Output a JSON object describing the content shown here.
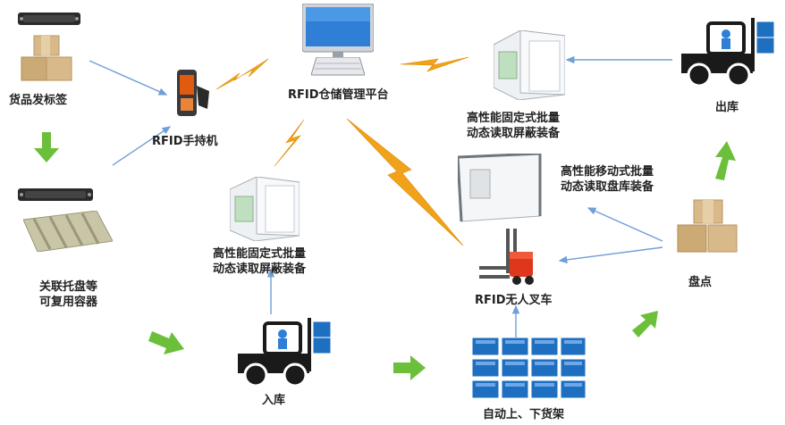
{
  "colors": {
    "arrow_blue": "#6f9fd8",
    "arrow_green": "#6bbf3a",
    "bolt_orange": "#f0a21a",
    "box_tan": "#d8b98a",
    "shelf_blue": "#1f6fc1",
    "truck_black": "#1a1a1a",
    "screen_blue": "#2f7fd6"
  },
  "labels": {
    "tagging": "货品发标签",
    "handheld": "RFID手持机",
    "platform": "RFID仓储管理平台",
    "fixed_top_1": "高性能固定式批量",
    "fixed_top_2": "动态读取屏蔽装备",
    "outbound": "出库",
    "mobile_1": "高性能移动式批量",
    "mobile_2": "动态读取盘库装备",
    "fixed_mid_1": "高性能固定式批量",
    "fixed_mid_2": "动态读取屏蔽装备",
    "pallet_1": "关联托盘等",
    "pallet_2": "可复用容器",
    "agv": "RFID无人叉车",
    "inventory": "盘点",
    "inbound": "入库",
    "shelving": "自动上、下货架"
  },
  "icons": [
    "rfid-tag-icon",
    "cardboard-boxes-icon",
    "handheld-reader-icon",
    "monitor-icon",
    "keyboard-icon",
    "rfid-tunnel-icon",
    "forklift-truck-icon",
    "mobile-reader-icon",
    "pallet-icon",
    "agv-forklift-icon",
    "shelf-grid-icon",
    "lightning-bolt-icon"
  ]
}
